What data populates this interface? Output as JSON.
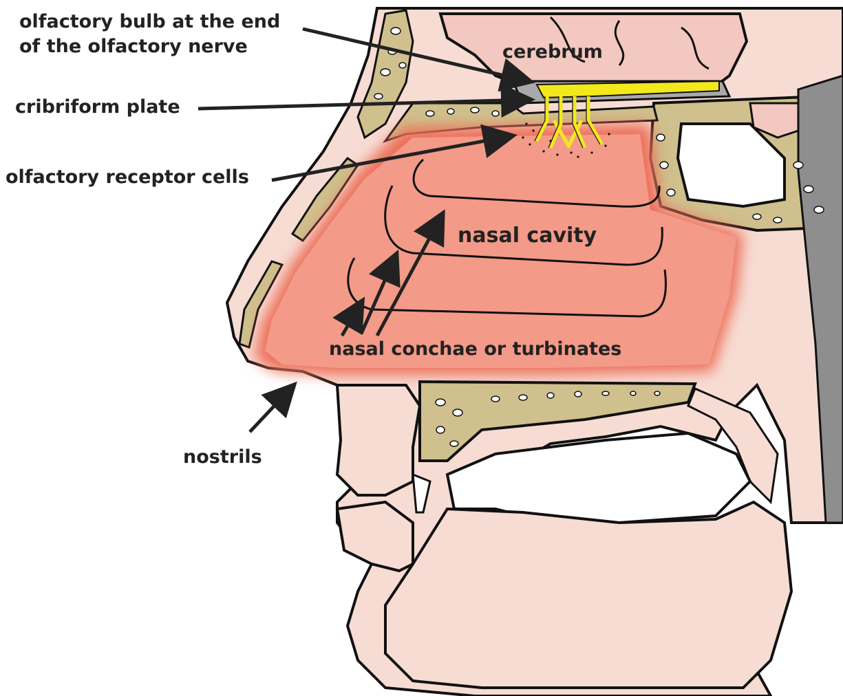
{
  "labels": {
    "olfactory_bulb_line1": "olfactory bulb at the end",
    "olfactory_bulb_line2": "of the olfactory nerve",
    "cerebrum": "cerebrum",
    "cribriform_plate": "cribriform plate",
    "olfactory_receptor_cells": "olfactory receptor cells",
    "nasal_cavity": "nasal cavity",
    "nasal_conchae": "nasal conchae or turbinates",
    "nostrils": "nostrils"
  },
  "colors": {
    "skin": "#f7dcd4",
    "brain": "#f2c8c0",
    "cavity": "#f39a88",
    "cavity_glow": "#ec6f58",
    "bone": "#cfc08d",
    "bone_pore": "#ffffff",
    "nerve": "#f3e81c",
    "membrane": "#a9a9a9",
    "outline": "#111111",
    "pharynx": "#8e8e8e"
  }
}
